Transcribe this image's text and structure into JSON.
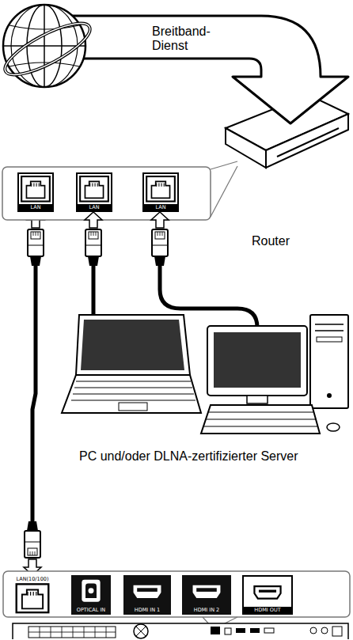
{
  "diagram": {
    "nodes": [
      {
        "text": [
          "LAN"
        ]
      },
      {
        "text": [
          "LAN"
        ]
      },
      {
        "text": [
          "LAN"
        ]
      },
      {
        "text": [
          "LAN(10/100)"
        ]
      },
      {
        "text": [
          "OPTICAL IN"
        ]
      },
      {
        "text": [
          "HDMI IN 1"
        ]
      },
      {
        "text": [
          "HDMI IN 2"
        ]
      },
      {
        "text": [
          "HDMI OUT"
        ]
      }
    ],
    "edges": [
      {
        "from": 0,
        "to": 3,
        "arrow": "both"
      }
    ],
    "labels": [
      "Breitband- Dienst",
      "Router",
      "PC und/oder DLNA-zertifizierter Server"
    ]
  }
}
